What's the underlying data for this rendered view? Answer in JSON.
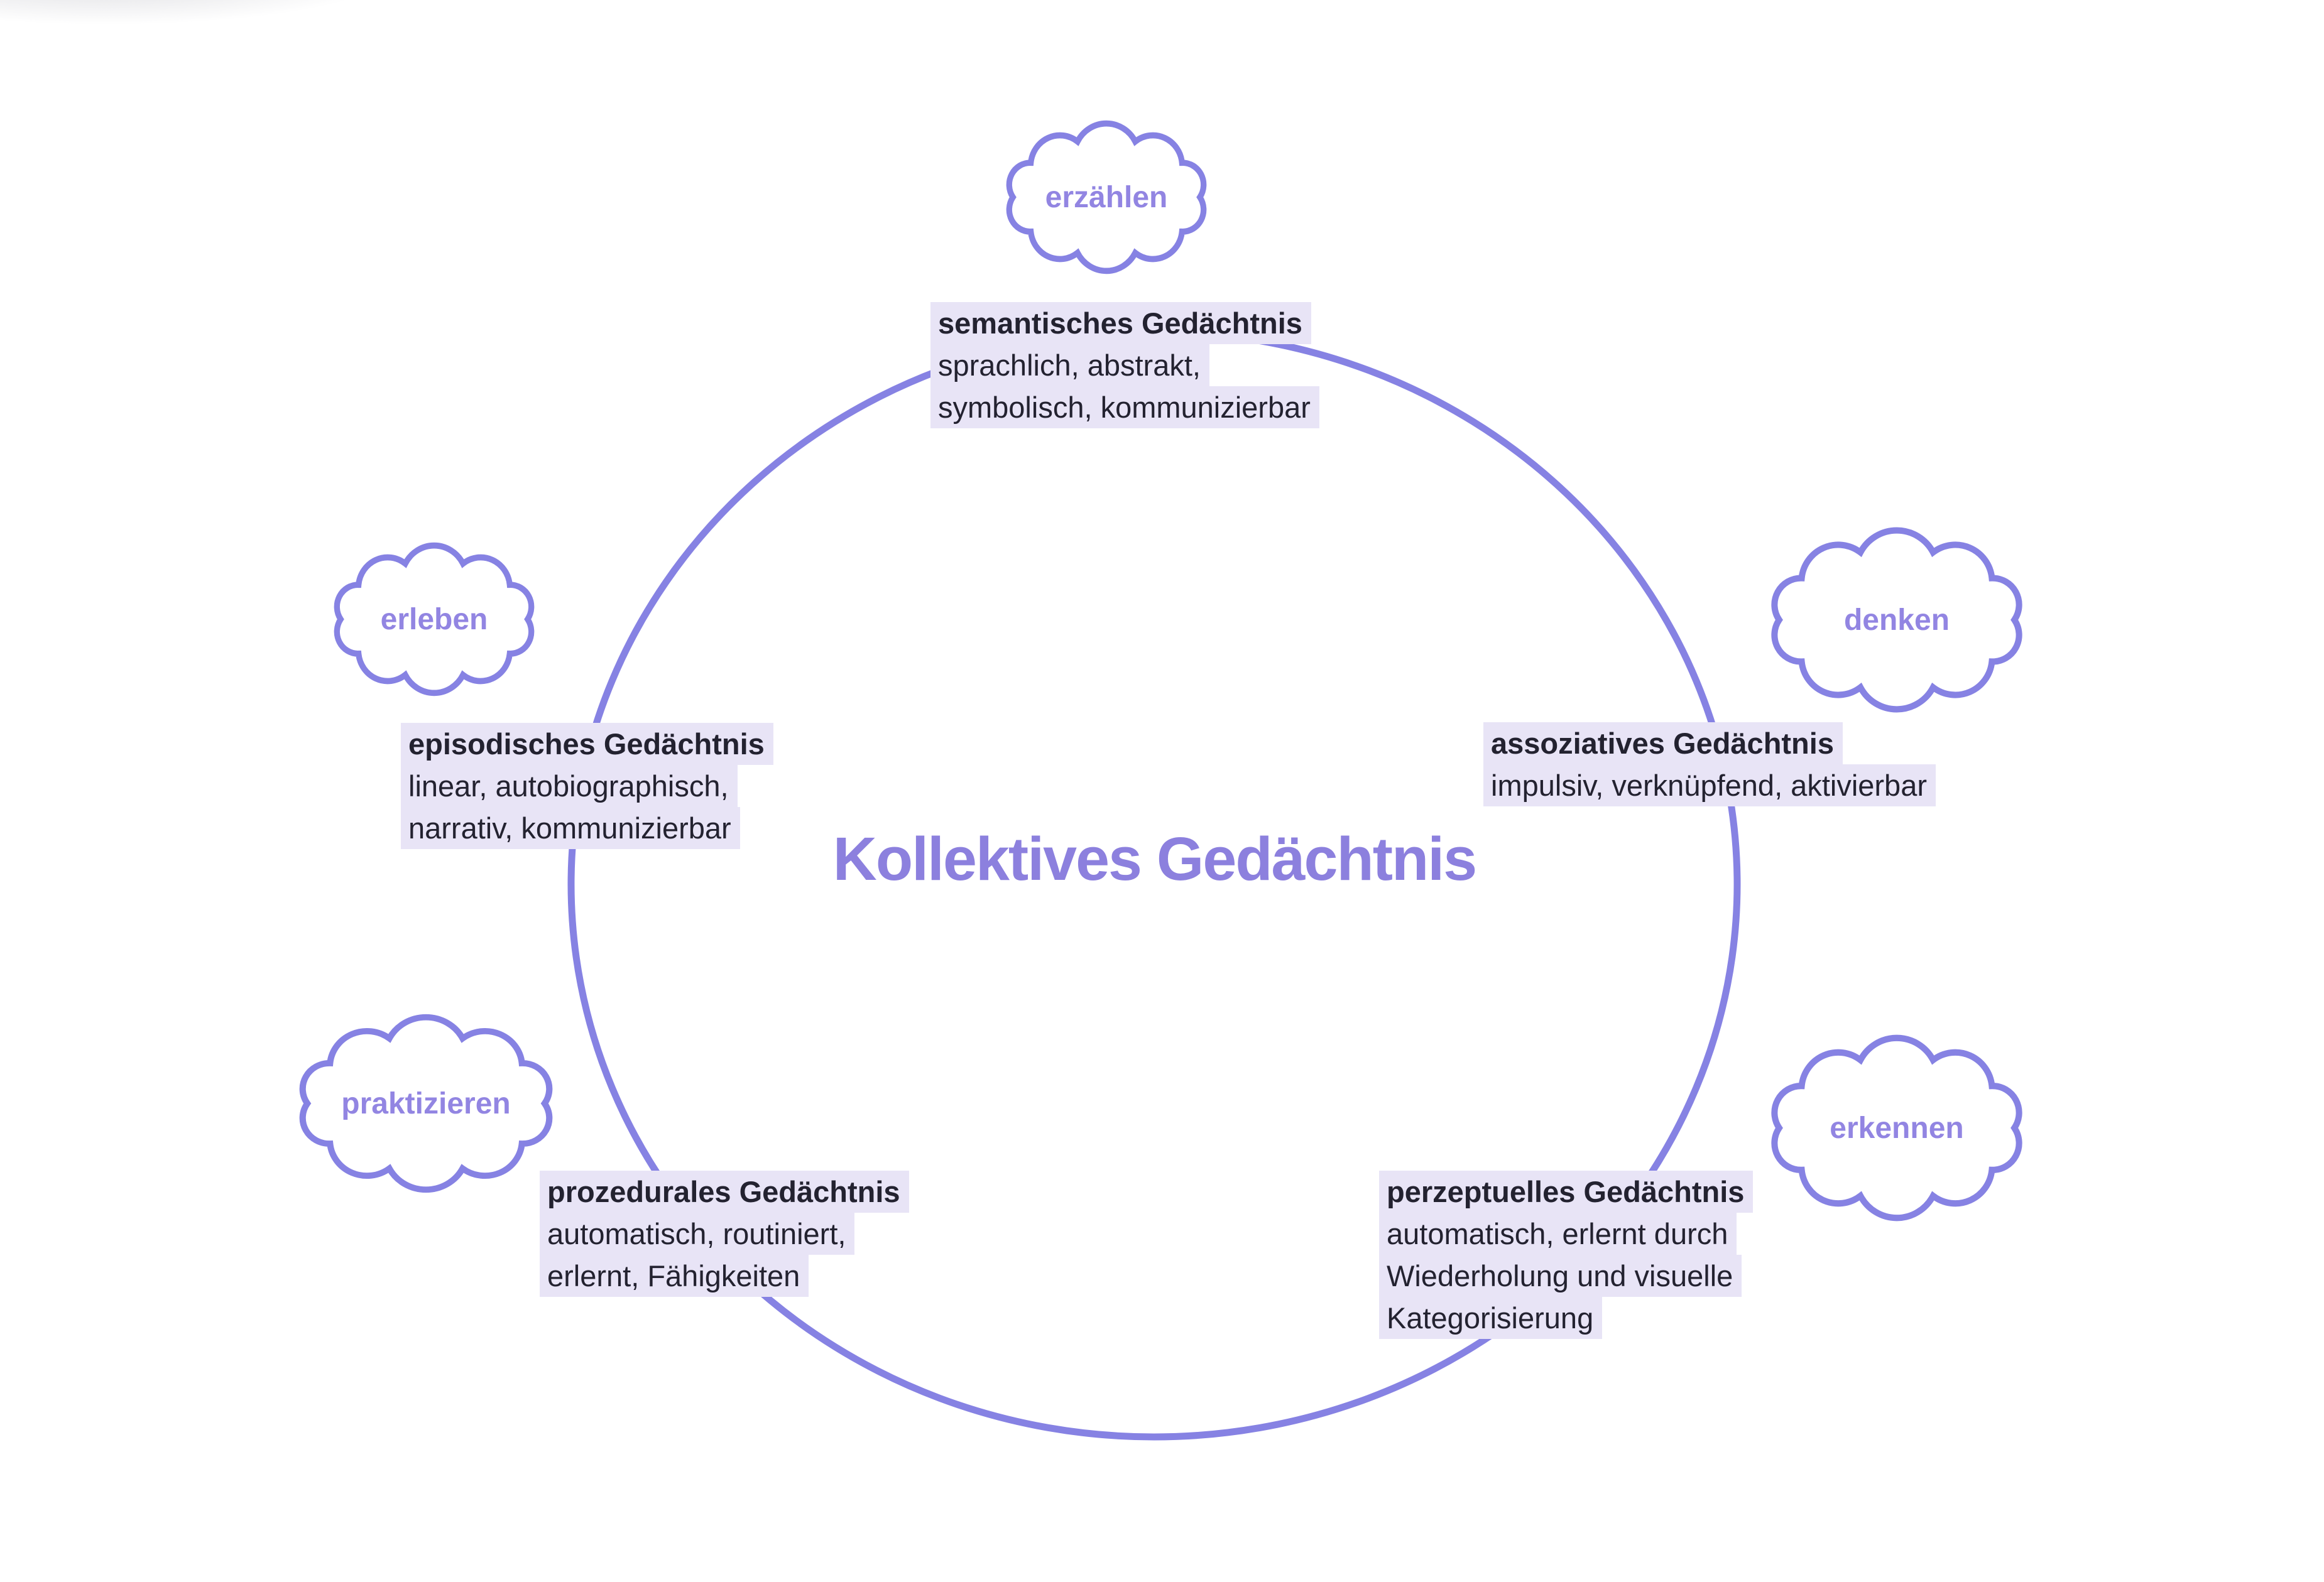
{
  "title": "Kollektives Gedächtnis",
  "colors": {
    "circle_stroke": "#8682e3",
    "cloud_stroke": "#8682e3",
    "cloud_label": "#9285e2",
    "title_text": "#8c80de",
    "highlight_background": "#e8e4f6",
    "body_text": "#232230",
    "page_background": "#ffffff"
  },
  "clouds": [
    {
      "id": "erzaehlen",
      "label": "erzählen"
    },
    {
      "id": "denken",
      "label": "denken"
    },
    {
      "id": "erkennen",
      "label": "erkennen"
    },
    {
      "id": "praktizieren",
      "label": "praktizieren"
    },
    {
      "id": "erleben",
      "label": "erleben"
    }
  ],
  "memory_types": [
    {
      "id": "semantisch",
      "title": "semantisches Gedächtnis",
      "lines": [
        "sprachlich, abstrakt,",
        "symbolisch, kommunizierbar"
      ]
    },
    {
      "id": "assoziativ",
      "title": "assoziatives Gedächtnis",
      "lines": [
        "impulsiv, verknüpfend, aktivierbar"
      ]
    },
    {
      "id": "perzeptuell",
      "title": "perzeptuelles Gedächtnis",
      "lines": [
        "automatisch, erlernt durch",
        "Wiederholung und visuelle",
        "Kategorisierung"
      ]
    },
    {
      "id": "prozedural",
      "title": "prozedurales Gedächtnis",
      "lines": [
        "automatisch, routiniert,",
        "erlernt, Fähigkeiten"
      ]
    },
    {
      "id": "episodisch",
      "title": "episodisches Gedächtnis",
      "lines": [
        "linear, autobiographisch,",
        "narrativ, kommunizierbar"
      ]
    }
  ]
}
